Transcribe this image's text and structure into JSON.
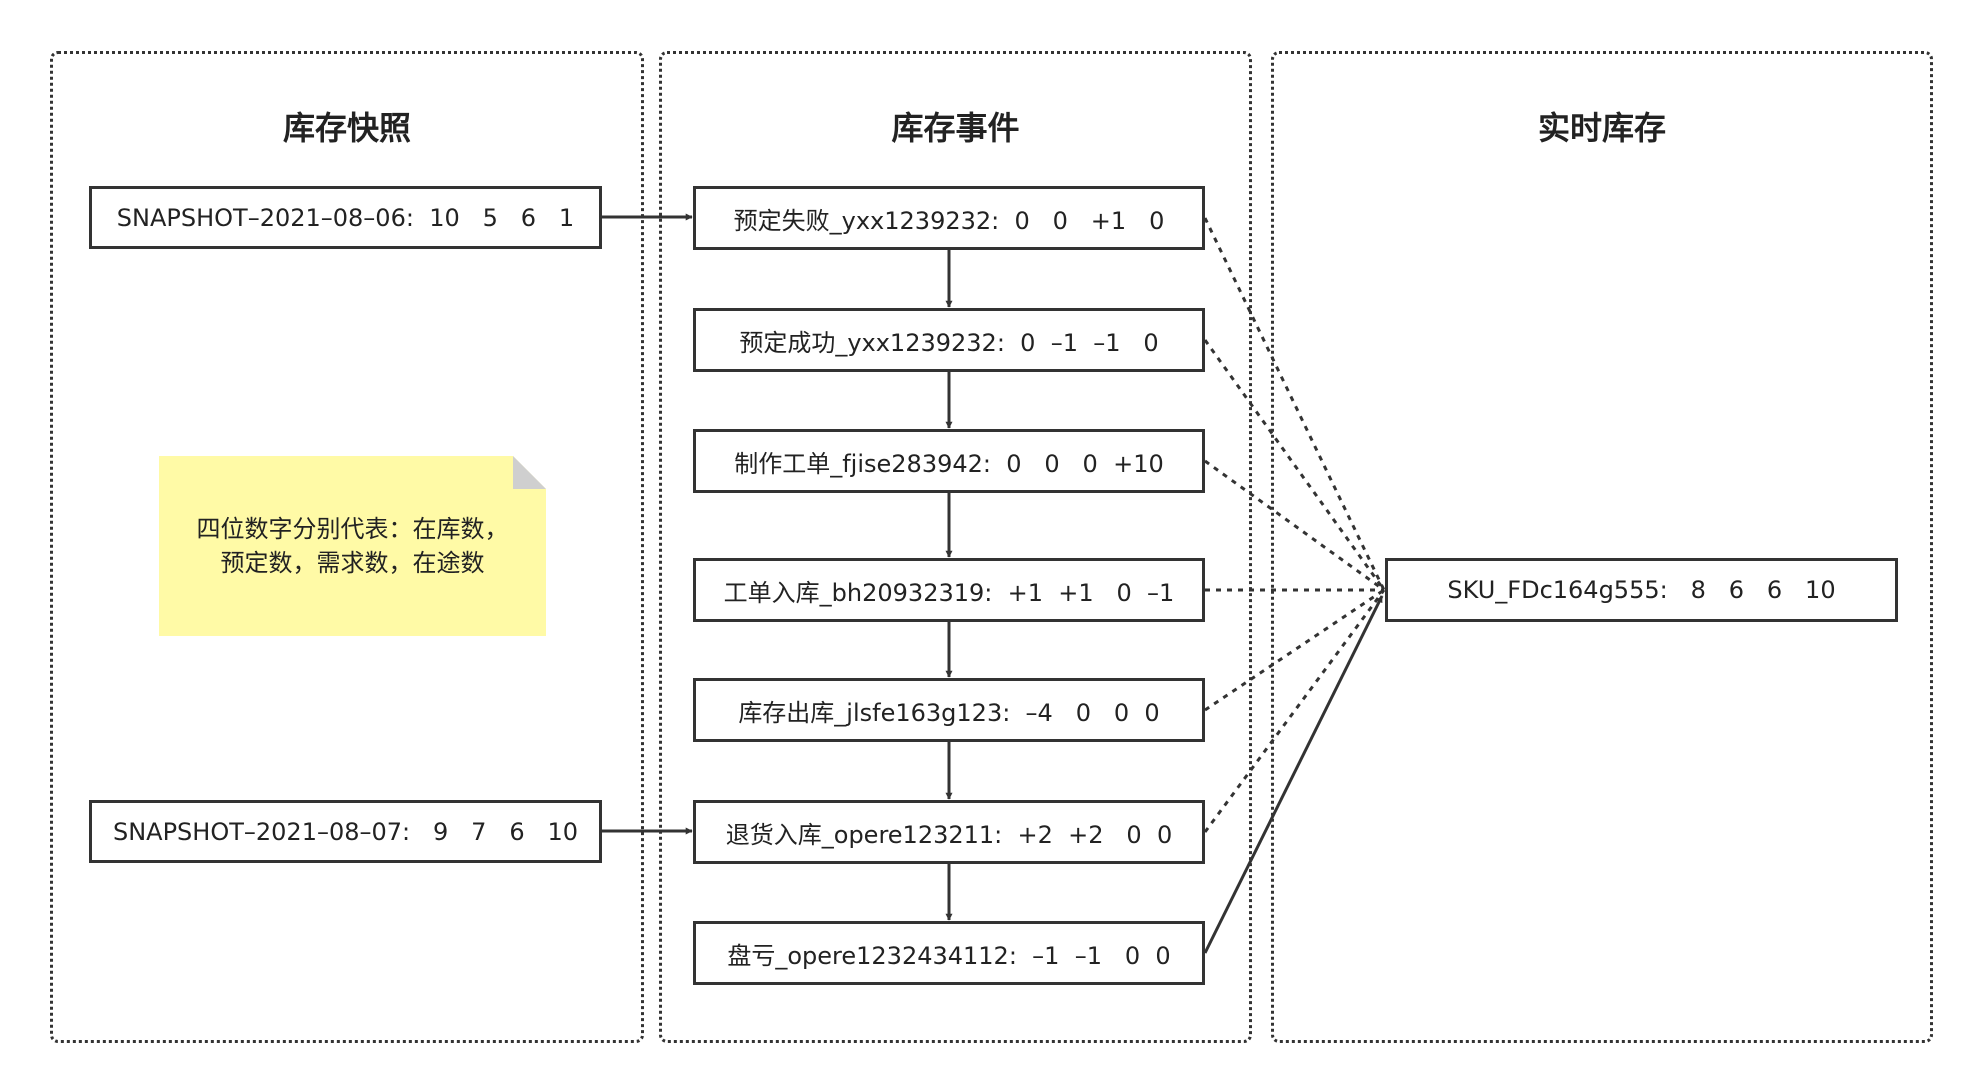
{
  "lanes": {
    "snapshot": {
      "title": "库存快照"
    },
    "events": {
      "title": "库存事件"
    },
    "realtime": {
      "title": "实时库存"
    }
  },
  "snapshots": [
    "SNAPSHOT–2021–08–06:  10   5   6   1",
    "SNAPSHOT–2021–08–07:   9   7   6   10"
  ],
  "events": [
    "预定失败_yxx1239232:  0   0   +1   0",
    "预定成功_yxx1239232:  0  –1  –1   0",
    "制作工单_fjise283942:  0   0   0  +10",
    "工单入库_bh20932319:  +1  +1   0  –1",
    "库存出库_jlsfe163g123:  –4   0   0  0",
    "退货入库_opere123211:  +2  +2   0  0",
    "盘亏_opere1232434112:  –1  –1   0  0"
  ],
  "realtime": {
    "sku": "SKU_FDc164g555:   8   6   6   10"
  },
  "note": {
    "text": "四位数字分别代表：在库数，\n预定数，需求数，在途数"
  },
  "colors": {
    "line": "#333333",
    "note_bg": "#fffaa6",
    "note_fold": "#cfcfcf",
    "border": "#333333"
  }
}
